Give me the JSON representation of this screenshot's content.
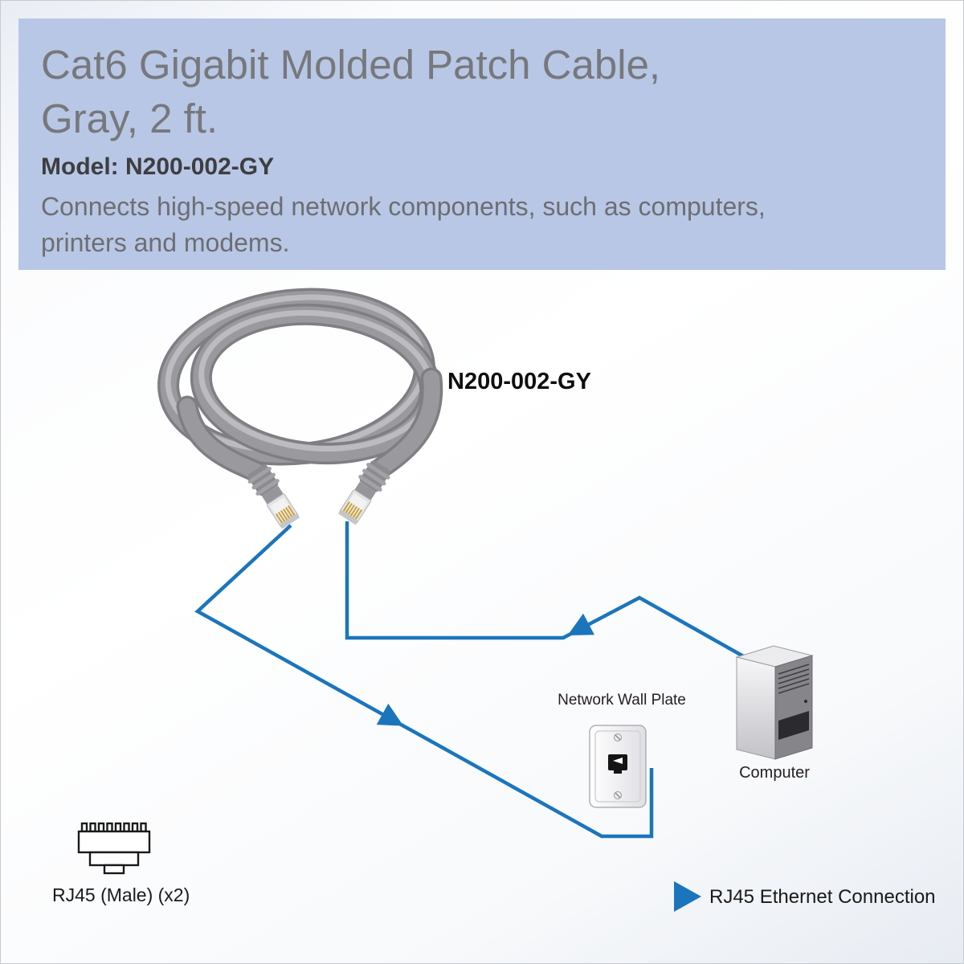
{
  "header": {
    "title_lines": [
      "Cat6 Gigabit Molded Patch Cable,",
      "Gray, 2 ft."
    ],
    "model": "Model: N200-002-GY",
    "description_lines": [
      "Connects high-speed network components, such as computers,",
      "printers and modems."
    ]
  },
  "diagram": {
    "product_label": "N200-002-GY",
    "wall_plate_label": "Network Wall Plate",
    "computer_label": "Computer",
    "legend": {
      "connector_icon": "rj45-plug-icon",
      "connector_label": "RJ45 (Male) (x2)",
      "connection_icon": "blue-arrow-icon",
      "connection_label": "RJ45 Ethernet Connection"
    }
  },
  "colors": {
    "header_background": "#b8c7e6",
    "connection_blue": "#1b75bc",
    "title_gray": "#77787b",
    "body_gray": "#6d6e71",
    "model_dark": "#3e3e40",
    "cable_gray": "#9a9a9e"
  }
}
